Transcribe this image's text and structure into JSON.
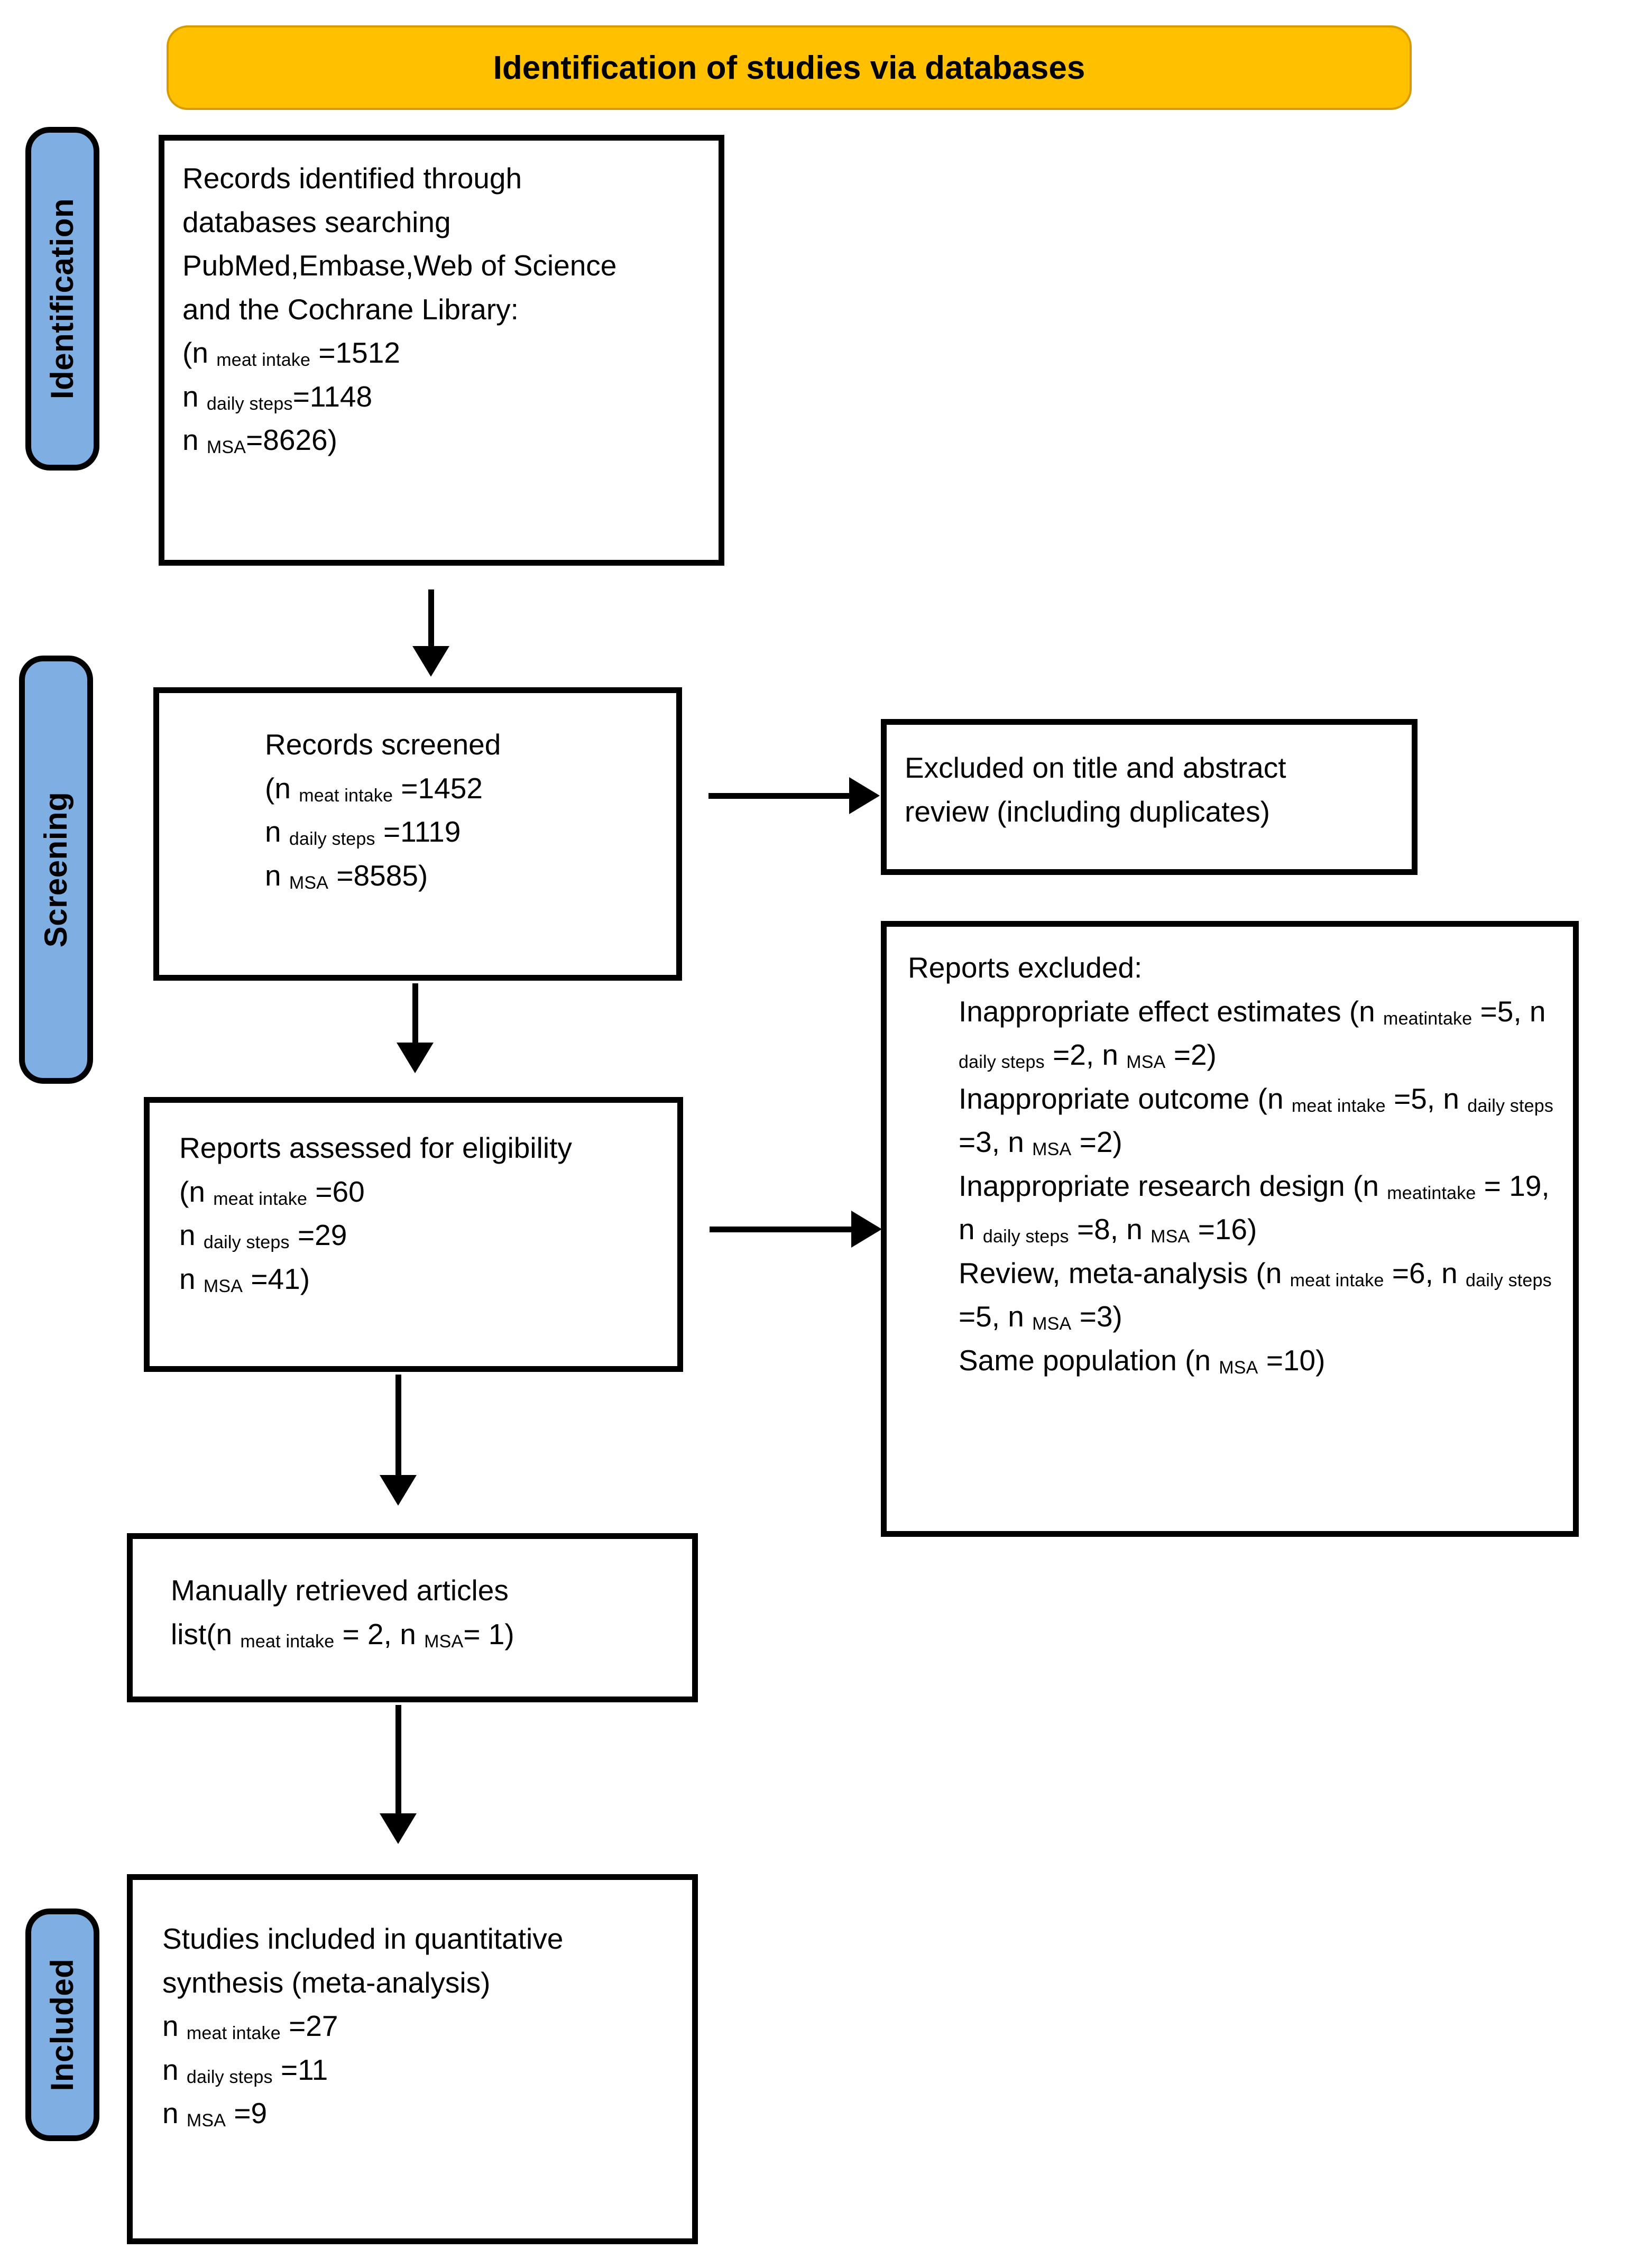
{
  "diagram": {
    "type": "PRISMA flow diagram",
    "title_banner": {
      "label": "Identification of studies via databases"
    },
    "colors": {
      "banner": "#FFC000",
      "phase_bar": "#7FAEE3",
      "box_border": "#000000",
      "background": "#FFFFFF"
    },
    "phases": [
      {
        "id": "identification",
        "label": "Identification"
      },
      {
        "id": "screening",
        "label": "Screening"
      },
      {
        "id": "included",
        "label": "Included"
      }
    ],
    "boxes": {
      "identified": {
        "l1": "Records identified through",
        "l2": "databases searching",
        "l3": "PubMed,Embase,Web of Science",
        "l4": "and the Cochrane Library:",
        "l5_pre": " (n ",
        "l5_sub": "meat intake",
        "l5_post": " =1512",
        "l6_pre": "n ",
        "l6_sub": "daily steps",
        "l6_post": "=1148",
        "l7_pre": "n ",
        "l7_sub": "MSA",
        "l7_post": "=8626)"
      },
      "screened": {
        "l1": "Records screened",
        "l2_pre": "(n ",
        "l2_sub": "meat intake",
        "l2_post": " =1452",
        "l3_pre": "n ",
        "l3_sub": "daily steps",
        "l3_post": " =1119",
        "l4_pre": "n ",
        "l4_sub": "MSA",
        "l4_post": " =8585)"
      },
      "excluded_title_abstract": {
        "l1": "Excluded on title and abstract",
        "l2": "review (including duplicates)"
      },
      "assessed": {
        "l1": "Reports assessed for eligibility",
        "l2_pre": "(n ",
        "l2_sub": "meat intake",
        "l2_post": " =60",
        "l3_pre": "n ",
        "l3_sub": "daily steps",
        "l3_post": " =29",
        "l4_pre": "n ",
        "l4_sub": "MSA",
        "l4_post": " =41)"
      },
      "reports_excluded": {
        "heading": "Reports excluded:",
        "r1_a": "Inappropriate effect estimates (n ",
        "r1_sub1": "meat",
        "r1_sub2": "intake",
        "r1_b": " =5, n ",
        "r1_sub3": "daily steps",
        "r1_c": " =2, n ",
        "r1_sub4": "MSA",
        "r1_d": " =2)",
        "r2_a": "Inappropriate outcome (n ",
        "r2_sub1": "meat intake",
        "r2_b": " =5, n ",
        "r2_sub2": "daily steps",
        "r2_c": " =3, n ",
        "r2_sub3": "MSA",
        "r2_d": " =2)",
        "r3_a": "Inappropriate research design (n ",
        "r3_sub1": "meat",
        "r3_sub2": "intake",
        "r3_b": " = 19, n ",
        "r3_sub3": "daily steps",
        "r3_c": " =8, n ",
        "r3_sub4": "MSA",
        "r3_d": " =16)",
        "r4_a": "Review, meta-analysis (n ",
        "r4_sub1": "meat intake",
        "r4_b": " =6, n ",
        "r4_sub2": "daily steps",
        "r4_c": " =5, n ",
        "r4_sub3": "MSA",
        "r4_d": " =3)",
        "r5_a": "Same population (n ",
        "r5_sub1": "MSA",
        "r5_b": " =10)"
      },
      "manual": {
        "l1": "Manually retrieved articles",
        "l2_pre": "list(n ",
        "l2_sub1": "meat intake",
        "l2_mid": " = 2, n ",
        "l2_sub2": "MSA",
        "l2_post": "= 1)"
      },
      "included_studies": {
        "l1": "Studies included in quantitative",
        "l2": "synthesis (meta-analysis)",
        "l3_pre": "n ",
        "l3_sub": "meat intake",
        "l3_post": " =27",
        "l4_pre": "n ",
        "l4_sub": "daily steps",
        "l4_post": " =11",
        "l5_pre": "n ",
        "l5_sub": "MSA",
        "l5_post": " =9"
      }
    }
  }
}
